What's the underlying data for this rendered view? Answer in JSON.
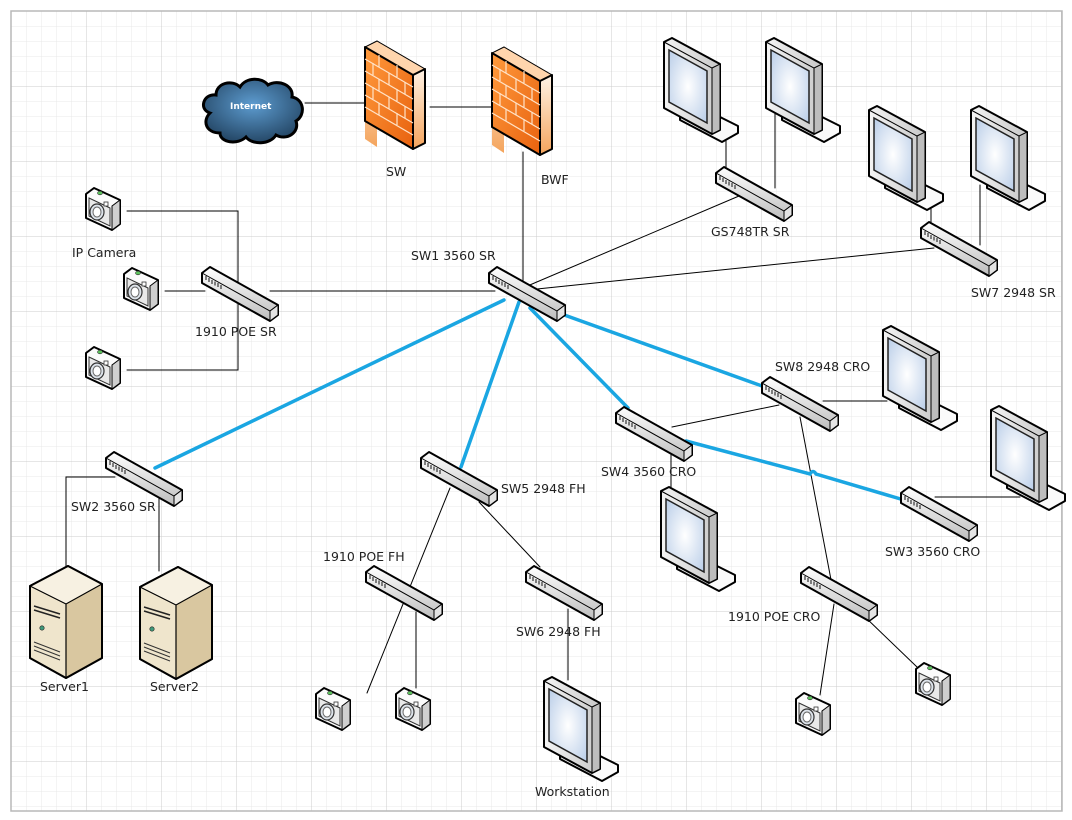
{
  "diagram": {
    "type": "network-topology",
    "colors": {
      "trunk_link": "#1aa6e2",
      "link": "#000000",
      "firewall": "#f07a22",
      "cloud": "#2e5f86",
      "grid_minor": "#e6e6e6",
      "grid_major": "#cfcfcf"
    },
    "nodes": [
      {
        "id": "internet",
        "kind": "cloud",
        "label": "Internet",
        "icon": "cloud-icon"
      },
      {
        "id": "fw_sw",
        "kind": "firewall",
        "label": "SW",
        "icon": "firewall-icon"
      },
      {
        "id": "fw_bwf",
        "kind": "firewall",
        "label": "BWF",
        "icon": "firewall-icon"
      },
      {
        "id": "sw1",
        "kind": "switch",
        "label": "SW1 3560 SR",
        "icon": "switch-icon"
      },
      {
        "id": "poe_sr",
        "kind": "switch",
        "label": "1910 POE SR",
        "icon": "switch-icon"
      },
      {
        "id": "cam1",
        "kind": "camera",
        "label": "IP Camera",
        "icon": "camera-icon"
      },
      {
        "id": "cam2",
        "kind": "camera",
        "label": "",
        "icon": "camera-icon"
      },
      {
        "id": "cam3",
        "kind": "camera",
        "label": "",
        "icon": "camera-icon"
      },
      {
        "id": "gs748",
        "kind": "switch",
        "label": "GS748TR SR",
        "icon": "switch-icon"
      },
      {
        "id": "mon_gs_a",
        "kind": "monitor",
        "label": "",
        "icon": "monitor-icon"
      },
      {
        "id": "mon_gs_b",
        "kind": "monitor",
        "label": "",
        "icon": "monitor-icon"
      },
      {
        "id": "sw7",
        "kind": "switch",
        "label": "SW7 2948 SR",
        "icon": "switch-icon"
      },
      {
        "id": "mon_sw7_a",
        "kind": "monitor",
        "label": "",
        "icon": "monitor-icon"
      },
      {
        "id": "mon_sw7_b",
        "kind": "monitor",
        "label": "",
        "icon": "monitor-icon"
      },
      {
        "id": "sw2",
        "kind": "switch",
        "label": "SW2 3560 SR",
        "icon": "switch-icon"
      },
      {
        "id": "server1",
        "kind": "server",
        "label": "Server1",
        "icon": "server-icon"
      },
      {
        "id": "server2",
        "kind": "server",
        "label": "Server2",
        "icon": "server-icon"
      },
      {
        "id": "sw5",
        "kind": "switch",
        "label": "SW5 2948 FH",
        "icon": "switch-icon"
      },
      {
        "id": "poe_fh",
        "kind": "switch",
        "label": "1910 POE FH",
        "icon": "switch-icon"
      },
      {
        "id": "cam_fh_a",
        "kind": "camera",
        "label": "",
        "icon": "camera-icon"
      },
      {
        "id": "cam_fh_b",
        "kind": "camera",
        "label": "",
        "icon": "camera-icon"
      },
      {
        "id": "sw6",
        "kind": "switch",
        "label": "SW6 2948 FH",
        "icon": "switch-icon"
      },
      {
        "id": "workstation",
        "kind": "monitor",
        "label": "Workstation",
        "icon": "monitor-icon"
      },
      {
        "id": "sw4",
        "kind": "switch",
        "label": "SW4 3560 CRO",
        "icon": "switch-icon"
      },
      {
        "id": "mon_sw4",
        "kind": "monitor",
        "label": "",
        "icon": "monitor-icon"
      },
      {
        "id": "sw8",
        "kind": "switch",
        "label": "SW8 2948 CRO",
        "icon": "switch-icon"
      },
      {
        "id": "mon_sw8",
        "kind": "monitor",
        "label": "",
        "icon": "monitor-icon"
      },
      {
        "id": "sw3",
        "kind": "switch",
        "label": "SW3 3560 CRO",
        "icon": "switch-icon"
      },
      {
        "id": "mon_sw3",
        "kind": "monitor",
        "label": "",
        "icon": "monitor-icon"
      },
      {
        "id": "poe_cro",
        "kind": "switch",
        "label": "1910 POE CRO",
        "icon": "switch-icon"
      },
      {
        "id": "cam_cro_a",
        "kind": "camera",
        "label": "",
        "icon": "camera-icon"
      },
      {
        "id": "cam_cro_b",
        "kind": "camera",
        "label": "",
        "icon": "camera-icon"
      }
    ],
    "edges": [
      {
        "from": "internet",
        "to": "fw_sw",
        "style": "normal"
      },
      {
        "from": "fw_sw",
        "to": "fw_bwf",
        "style": "normal"
      },
      {
        "from": "fw_bwf",
        "to": "sw1",
        "style": "normal"
      },
      {
        "from": "sw1",
        "to": "poe_sr",
        "style": "normal"
      },
      {
        "from": "poe_sr",
        "to": "cam1",
        "style": "normal"
      },
      {
        "from": "poe_sr",
        "to": "cam2",
        "style": "normal"
      },
      {
        "from": "poe_sr",
        "to": "cam3",
        "style": "normal"
      },
      {
        "from": "sw1",
        "to": "gs748",
        "style": "normal"
      },
      {
        "from": "gs748",
        "to": "mon_gs_a",
        "style": "normal"
      },
      {
        "from": "gs748",
        "to": "mon_gs_b",
        "style": "normal"
      },
      {
        "from": "sw1",
        "to": "sw7",
        "style": "normal"
      },
      {
        "from": "sw7",
        "to": "mon_sw7_a",
        "style": "normal"
      },
      {
        "from": "sw7",
        "to": "mon_sw7_b",
        "style": "normal"
      },
      {
        "from": "sw1",
        "to": "sw2",
        "style": "trunk"
      },
      {
        "from": "sw1",
        "to": "sw5",
        "style": "trunk"
      },
      {
        "from": "sw1",
        "to": "sw4",
        "style": "trunk"
      },
      {
        "from": "sw1",
        "to": "sw8",
        "style": "trunk"
      },
      {
        "from": "sw4",
        "to": "sw3",
        "style": "trunk"
      },
      {
        "from": "sw4",
        "to": "sw8",
        "style": "normal"
      },
      {
        "from": "sw4",
        "to": "mon_sw4",
        "style": "normal"
      },
      {
        "from": "sw8",
        "to": "mon_sw8",
        "style": "normal"
      },
      {
        "from": "sw8",
        "to": "poe_cro",
        "style": "normal"
      },
      {
        "from": "sw3",
        "to": "mon_sw3",
        "style": "normal"
      },
      {
        "from": "poe_cro",
        "to": "cam_cro_a",
        "style": "normal"
      },
      {
        "from": "poe_cro",
        "to": "cam_cro_b",
        "style": "normal"
      },
      {
        "from": "sw2",
        "to": "server1",
        "style": "normal"
      },
      {
        "from": "sw2",
        "to": "server2",
        "style": "normal"
      },
      {
        "from": "sw5",
        "to": "poe_fh",
        "style": "normal"
      },
      {
        "from": "sw5",
        "to": "sw6",
        "style": "normal"
      },
      {
        "from": "poe_fh",
        "to": "cam_fh_a",
        "style": "normal"
      },
      {
        "from": "poe_fh",
        "to": "cam_fh_b",
        "style": "normal"
      },
      {
        "from": "sw6",
        "to": "workstation",
        "style": "normal"
      }
    ]
  }
}
